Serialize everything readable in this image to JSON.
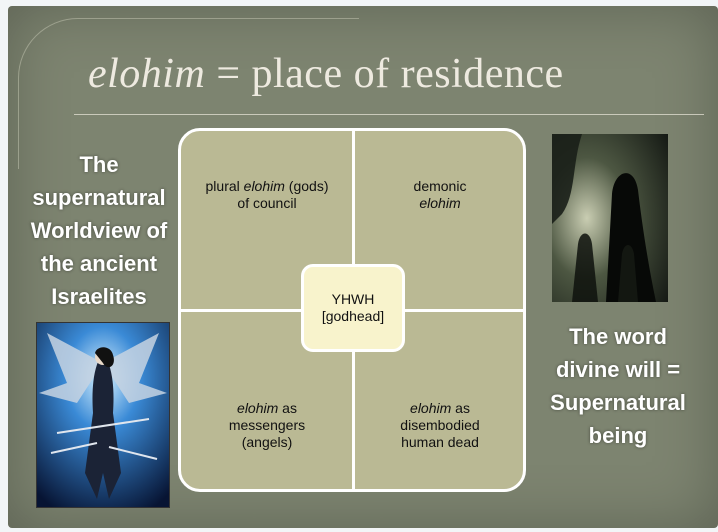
{
  "title": {
    "word": "elohim",
    "rest": "= place of residence"
  },
  "left_text": [
    "The",
    "supernatural",
    "Worldview of",
    "the ancient",
    "Israelites"
  ],
  "right_text": [
    "The word",
    "divine will =",
    "Supernatural",
    "being"
  ],
  "quadrants": {
    "top_left": {
      "line1_pre": "plural ",
      "line1_em": "elohim",
      "line1_post": " (gods)",
      "line2": "of council"
    },
    "top_right": {
      "line1": "demonic",
      "line2_em": "elohim"
    },
    "bottom_left": {
      "line1_em": "elohim",
      "line1_post": " as",
      "line2": "messengers",
      "line3": "(angels)"
    },
    "bottom_right": {
      "line1_em": "elohim",
      "line1_post": " as",
      "line2": "disembodied",
      "line3": "human dead"
    }
  },
  "center": {
    "line1": "YHWH",
    "line2": "[godhead]"
  },
  "images": {
    "left": "winged-warrior-illustration",
    "right": "hooded-figures-illustration"
  },
  "colors": {
    "slide_bg": "#7d8470",
    "grid_fill": "#bab994",
    "center_fill": "#f8f3cc",
    "title_text": "#eeeae0"
  }
}
